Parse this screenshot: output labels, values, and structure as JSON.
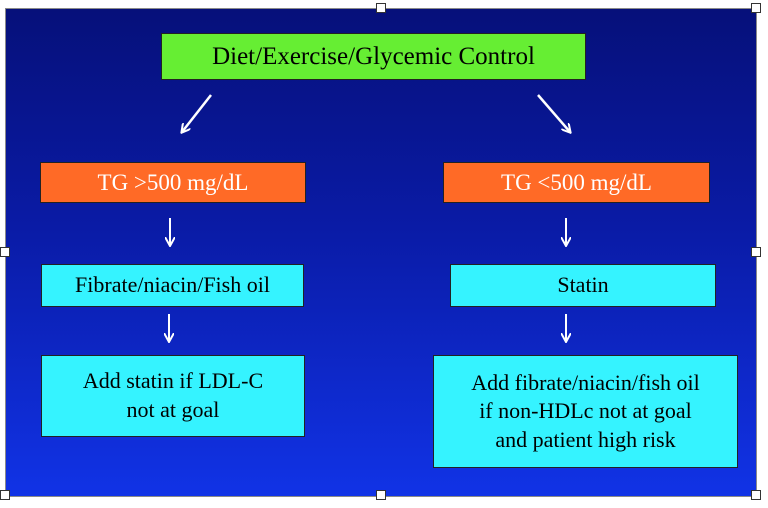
{
  "diagram": {
    "top": "Diet/Exercise/Glycemic Control",
    "left": {
      "condition": "TG >500 mg/dL",
      "therapy": "Fibrate/niacin/Fish  oil",
      "addon": "Add statin if LDL-C\nnot at goal"
    },
    "right": {
      "condition": "TG <500 mg/dL",
      "therapy": "Statin",
      "addon": "Add fibrate/niacin/fish oil\nif non-HDLc not at goal\nand patient high risk"
    }
  },
  "colors": {
    "background_top": "#06107a",
    "background_bottom": "#1133e6",
    "title_box": "#66ee33",
    "condition_box": "#ff6a26",
    "therapy_box": "#35f3ff"
  }
}
